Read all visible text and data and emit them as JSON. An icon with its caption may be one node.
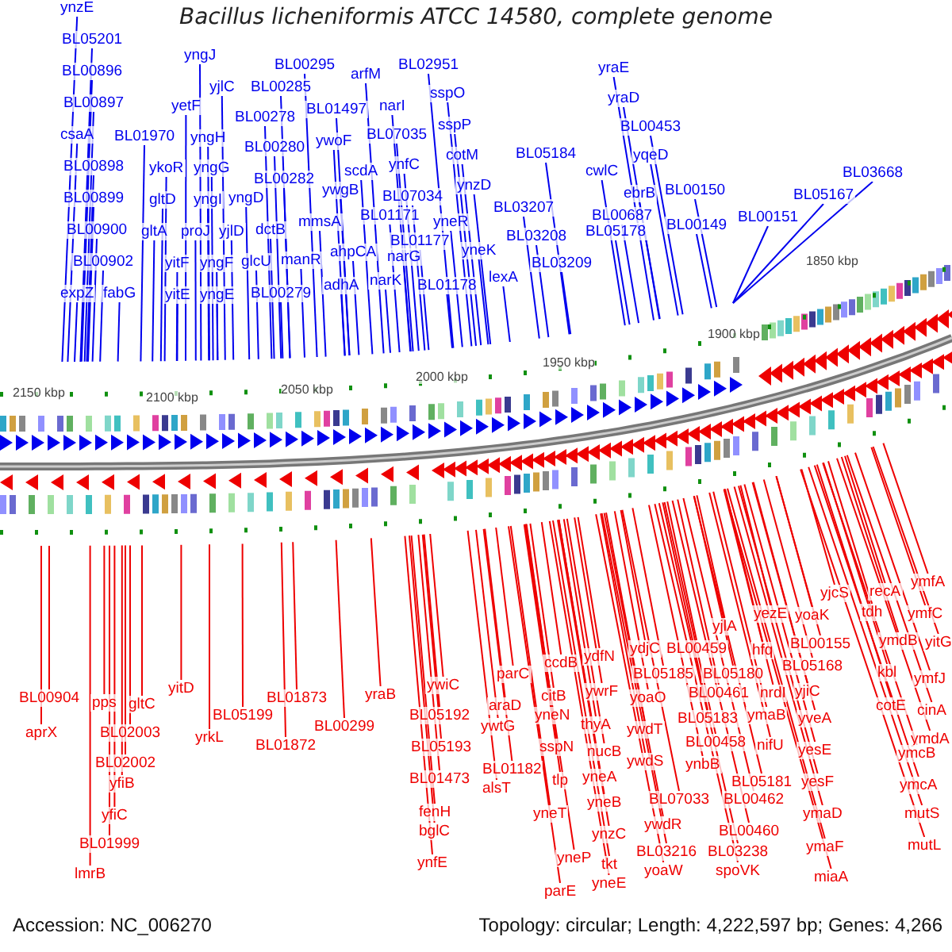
{
  "diagram": {
    "title": "Bacillus licheniformis ATCC 14580, complete genome",
    "nodes": [
      {
        "text": [
          "ynzE"
        ]
      },
      {
        "text": [
          "BL05201"
        ]
      },
      {
        "text": [
          "BL00896"
        ]
      },
      {
        "text": [
          "BL00897"
        ]
      },
      {
        "text": [
          "csaA"
        ]
      },
      {
        "text": [
          "BL00898"
        ]
      },
      {
        "text": [
          "BL00899"
        ]
      },
      {
        "text": [
          "BL00900"
        ]
      },
      {
        "text": [
          "BL00902"
        ]
      },
      {
        "text": [
          "expZ"
        ]
      },
      {
        "text": [
          "fabG"
        ]
      },
      {
        "text": [
          "BL01970"
        ]
      },
      {
        "text": [
          "ykoR"
        ]
      },
      {
        "text": [
          "gltD"
        ]
      },
      {
        "text": [
          "gltA"
        ]
      },
      {
        "text": [
          "yitF"
        ]
      },
      {
        "text": [
          "yitE"
        ]
      },
      {
        "text": [
          "yngJ"
        ]
      },
      {
        "text": [
          "yetF"
        ]
      },
      {
        "text": [
          "yngH"
        ]
      },
      {
        "text": [
          "yngG"
        ]
      },
      {
        "text": [
          "yngI"
        ]
      },
      {
        "text": [
          "proJ"
        ]
      },
      {
        "text": [
          "yngF"
        ]
      },
      {
        "text": [
          "yngE"
        ]
      },
      {
        "text": [
          "yjlC"
        ]
      },
      {
        "text": [
          "yngD"
        ]
      },
      {
        "text": [
          "yjlD"
        ]
      },
      {
        "text": [
          "BL00285"
        ]
      },
      {
        "text": [
          "BL00278"
        ]
      },
      {
        "text": [
          "BL00280"
        ]
      },
      {
        "text": [
          "BL00282"
        ]
      },
      {
        "text": [
          "dctB"
        ]
      },
      {
        "text": [
          "glcU"
        ]
      },
      {
        "text": [
          "BL00279"
        ]
      },
      {
        "text": [
          "manR"
        ]
      },
      {
        "text": [
          "mmsA"
        ]
      },
      {
        "text": [
          "BL00295"
        ]
      },
      {
        "text": [
          "BL01497"
        ]
      },
      {
        "text": [
          "ywoF"
        ]
      },
      {
        "text": [
          "ywgB"
        ]
      },
      {
        "text": [
          "scdA"
        ]
      },
      {
        "text": [
          "arfM"
        ]
      },
      {
        "text": [
          "narI"
        ]
      },
      {
        "text": [
          "BL07035"
        ]
      },
      {
        "text": [
          "ynfC"
        ]
      },
      {
        "text": [
          "ahpCA"
        ]
      },
      {
        "text": [
          "BL01171"
        ]
      },
      {
        "text": [
          "BL07034"
        ]
      },
      {
        "text": [
          "adhA"
        ]
      },
      {
        "text": [
          "narK"
        ]
      },
      {
        "text": [
          "narG"
        ]
      },
      {
        "text": [
          "BL01177"
        ]
      },
      {
        "text": [
          "BL01178"
        ]
      },
      {
        "text": [
          "BL02951"
        ]
      },
      {
        "text": [
          "sspO"
        ]
      },
      {
        "text": [
          "sspP"
        ]
      },
      {
        "text": [
          "cotM"
        ]
      },
      {
        "text": [
          "ynzD"
        ]
      },
      {
        "text": [
          "yneR"
        ]
      },
      {
        "text": [
          "yneK"
        ]
      },
      {
        "text": [
          "lexA"
        ]
      },
      {
        "text": [
          "BL05184"
        ]
      },
      {
        "text": [
          "BL03207"
        ]
      },
      {
        "text": [
          "BL03208"
        ]
      },
      {
        "text": [
          "BL03209"
        ]
      },
      {
        "text": [
          "yraE"
        ]
      },
      {
        "text": [
          "yraD"
        ]
      },
      {
        "text": [
          "BL00453"
        ]
      },
      {
        "text": [
          "yqeD"
        ]
      },
      {
        "text": [
          "cwlC"
        ]
      },
      {
        "text": [
          "ebrB"
        ]
      },
      {
        "text": [
          "BL00150"
        ]
      },
      {
        "text": [
          "BL00687"
        ]
      },
      {
        "text": [
          "BL05178"
        ]
      },
      {
        "text": [
          "BL00149"
        ]
      },
      {
        "text": [
          "BL00151"
        ]
      },
      {
        "text": [
          "BL05167"
        ]
      },
      {
        "text": [
          "BL03668"
        ]
      },
      {
        "text": [
          "BL00904"
        ]
      },
      {
        "text": [
          "aprX"
        ]
      },
      {
        "text": [
          "pps"
        ]
      },
      {
        "text": [
          "gltC"
        ]
      },
      {
        "text": [
          "BL02003"
        ]
      },
      {
        "text": [
          "BL02002"
        ]
      },
      {
        "text": [
          "yfiB"
        ]
      },
      {
        "text": [
          "yfiC"
        ]
      },
      {
        "text": [
          "BL01999"
        ]
      },
      {
        "text": [
          "lmrB"
        ]
      },
      {
        "text": [
          "yitD"
        ]
      },
      {
        "text": [
          "yrkL"
        ]
      },
      {
        "text": [
          "BL05199"
        ]
      },
      {
        "text": [
          "BL01873"
        ]
      },
      {
        "text": [
          "BL01872"
        ]
      },
      {
        "text": [
          "BL00299"
        ]
      },
      {
        "text": [
          "yraB"
        ]
      },
      {
        "text": [
          "ywiC"
        ]
      },
      {
        "text": [
          "BL05192"
        ]
      },
      {
        "text": [
          "BL05193"
        ]
      },
      {
        "text": [
          "BL01473"
        ]
      },
      {
        "text": [
          "fenH"
        ]
      },
      {
        "text": [
          "bglC"
        ]
      },
      {
        "text": [
          "ynfE"
        ]
      },
      {
        "text": [
          "parC"
        ]
      },
      {
        "text": [
          "araD"
        ]
      },
      {
        "text": [
          "ywtG"
        ]
      },
      {
        "text": [
          "BL01182"
        ]
      },
      {
        "text": [
          "alsT"
        ]
      },
      {
        "text": [
          "ccdB"
        ]
      },
      {
        "text": [
          "citB"
        ]
      },
      {
        "text": [
          "yneN"
        ]
      },
      {
        "text": [
          "sspN"
        ]
      },
      {
        "text": [
          "tlp"
        ]
      },
      {
        "text": [
          "yneT"
        ]
      },
      {
        "text": [
          "yneP"
        ]
      },
      {
        "text": [
          "parE"
        ]
      },
      {
        "text": [
          "ydfN"
        ]
      },
      {
        "text": [
          "ywrF"
        ]
      },
      {
        "text": [
          "thyA"
        ]
      },
      {
        "text": [
          "nucB"
        ]
      },
      {
        "text": [
          "yneA"
        ]
      },
      {
        "text": [
          "yneB"
        ]
      },
      {
        "text": [
          "ynzC"
        ]
      },
      {
        "text": [
          "tkt"
        ]
      },
      {
        "text": [
          "yneE"
        ]
      },
      {
        "text": [
          "ydjC"
        ]
      },
      {
        "text": [
          "BL00459"
        ]
      },
      {
        "text": [
          "yjlA"
        ]
      },
      {
        "text": [
          "BL05185"
        ]
      },
      {
        "text": [
          "BL05180"
        ]
      },
      {
        "text": [
          "yoaO"
        ]
      },
      {
        "text": [
          "BL00461"
        ]
      },
      {
        "text": [
          "BL05183"
        ]
      },
      {
        "text": [
          "ymaB"
        ]
      },
      {
        "text": [
          "nrdI"
        ]
      },
      {
        "text": [
          "hfq"
        ]
      },
      {
        "text": [
          "yezE"
        ]
      },
      {
        "text": [
          "yoaK"
        ]
      },
      {
        "text": [
          "BL00155"
        ]
      },
      {
        "text": [
          "BL05168"
        ]
      },
      {
        "text": [
          "yjiC"
        ]
      },
      {
        "text": [
          "yveA"
        ]
      },
      {
        "text": [
          "yesE"
        ]
      },
      {
        "text": [
          "yesF"
        ]
      },
      {
        "text": [
          "ymaD"
        ]
      },
      {
        "text": [
          "ymaF"
        ]
      },
      {
        "text": [
          "miaA"
        ]
      },
      {
        "text": [
          "ywdT"
        ]
      },
      {
        "text": [
          "ywdS"
        ]
      },
      {
        "text": [
          "ynbB"
        ]
      },
      {
        "text": [
          "BL00458"
        ]
      },
      {
        "text": [
          "nifU"
        ]
      },
      {
        "text": [
          "BL05181"
        ]
      },
      {
        "text": [
          "BL07033"
        ]
      },
      {
        "text": [
          "BL00462"
        ]
      },
      {
        "text": [
          "ywdR"
        ]
      },
      {
        "text": [
          "BL00460"
        ]
      },
      {
        "text": [
          "BL03216"
        ]
      },
      {
        "text": [
          "BL03238"
        ]
      },
      {
        "text": [
          "yoaW"
        ]
      },
      {
        "text": [
          "spoVK"
        ]
      },
      {
        "text": [
          "yjcS"
        ]
      },
      {
        "text": [
          "recA"
        ]
      },
      {
        "text": [
          "ymfA"
        ]
      },
      {
        "text": [
          "tdh"
        ]
      },
      {
        "text": [
          "ymfC"
        ]
      },
      {
        "text": [
          "ymdB"
        ]
      },
      {
        "text": [
          "yitG"
        ]
      },
      {
        "text": [
          "kbl"
        ]
      },
      {
        "text": [
          "ymfJ"
        ]
      },
      {
        "text": [
          "cotE"
        ]
      },
      {
        "text": [
          "cinA"
        ]
      },
      {
        "text": [
          "ymdA"
        ]
      },
      {
        "text": [
          "ymcB"
        ]
      },
      {
        "text": [
          "ymcA"
        ]
      },
      {
        "text": [
          "mutS"
        ]
      },
      {
        "text": [
          "mutL"
        ]
      }
    ],
    "edges": [
      {
        "from": 0,
        "to": null,
        "arrow": "none",
        "color": "#0000ee"
      },
      {
        "from": 1,
        "to": null,
        "arrow": "none",
        "color": "#0000ee"
      },
      {
        "from": 2,
        "to": null,
        "arrow": "none",
        "color": "#0000ee"
      },
      {
        "from": 3,
        "to": null,
        "arrow": "none",
        "color": "#0000ee"
      },
      {
        "from": 4,
        "to": null,
        "arrow": "none",
        "color": "#0000ee"
      },
      {
        "from": 5,
        "to": null,
        "arrow": "none",
        "color": "#0000ee"
      },
      {
        "from": 6,
        "to": null,
        "arrow": "none",
        "color": "#0000ee"
      },
      {
        "from": 7,
        "to": null,
        "arrow": "none",
        "color": "#0000ee"
      },
      {
        "from": 8,
        "to": null,
        "arrow": "none",
        "color": "#0000ee"
      },
      {
        "from": 9,
        "to": null,
        "arrow": "none",
        "color": "#0000ee"
      },
      {
        "from": 10,
        "to": null,
        "arrow": "none",
        "color": "#0000ee"
      },
      {
        "from": 11,
        "to": null,
        "arrow": "none",
        "color": "#0000ee"
      },
      {
        "from": 12,
        "to": null,
        "arrow": "none",
        "color": "#0000ee"
      },
      {
        "from": 13,
        "to": null,
        "arrow": "none",
        "color": "#0000ee"
      },
      {
        "from": 14,
        "to": null,
        "arrow": "none",
        "color": "#0000ee"
      },
      {
        "from": 15,
        "to": null,
        "arrow": "none",
        "color": "#0000ee"
      },
      {
        "from": 16,
        "to": null,
        "arrow": "none",
        "color": "#0000ee"
      },
      {
        "from": 17,
        "to": null,
        "arrow": "none",
        "color": "#0000ee"
      },
      {
        "from": 18,
        "to": null,
        "arrow": "none",
        "color": "#0000ee"
      },
      {
        "from": 19,
        "to": null,
        "arrow": "none",
        "color": "#0000ee"
      },
      {
        "from": 20,
        "to": null,
        "arrow": "none",
        "color": "#0000ee"
      },
      {
        "from": 21,
        "to": null,
        "arrow": "none",
        "color": "#0000ee"
      },
      {
        "from": 22,
        "to": null,
        "arrow": "none",
        "color": "#0000ee"
      },
      {
        "from": 23,
        "to": null,
        "arrow": "none",
        "color": "#0000ee"
      },
      {
        "from": 24,
        "to": null,
        "arrow": "none",
        "color": "#0000ee"
      },
      {
        "from": 25,
        "to": null,
        "arrow": "none",
        "color": "#0000ee"
      },
      {
        "from": 26,
        "to": null,
        "arrow": "none",
        "color": "#0000ee"
      },
      {
        "from": 27,
        "to": null,
        "arrow": "none",
        "color": "#0000ee"
      },
      {
        "from": 28,
        "to": null,
        "arrow": "none",
        "color": "#0000ee"
      },
      {
        "from": 29,
        "to": null,
        "arrow": "none",
        "color": "#0000ee"
      },
      {
        "from": 30,
        "to": null,
        "arrow": "none",
        "color": "#0000ee"
      },
      {
        "from": 31,
        "to": null,
        "arrow": "none",
        "color": "#0000ee"
      },
      {
        "from": 32,
        "to": null,
        "arrow": "none",
        "color": "#0000ee"
      },
      {
        "from": 33,
        "to": null,
        "arrow": "none",
        "color": "#0000ee"
      },
      {
        "from": 34,
        "to": null,
        "arrow": "none",
        "color": "#0000ee"
      },
      {
        "from": 35,
        "to": null,
        "arrow": "none",
        "color": "#0000ee"
      },
      {
        "from": 36,
        "to": null,
        "arrow": "none",
        "color": "#0000ee"
      },
      {
        "from": 37,
        "to": null,
        "arrow": "none",
        "color": "#0000ee"
      },
      {
        "from": 38,
        "to": null,
        "arrow": "none",
        "color": "#0000ee"
      },
      {
        "from": 39,
        "to": null,
        "arrow": "none",
        "color": "#0000ee"
      },
      {
        "from": 40,
        "to": null,
        "arrow": "none",
        "color": "#0000ee"
      },
      {
        "from": 41,
        "to": null,
        "arrow": "none",
        "color": "#0000ee"
      },
      {
        "from": 42,
        "to": null,
        "arrow": "none",
        "color": "#0000ee"
      },
      {
        "from": 43,
        "to": null,
        "arrow": "none",
        "color": "#0000ee"
      },
      {
        "from": 44,
        "to": null,
        "arrow": "none",
        "color": "#0000ee"
      },
      {
        "from": 45,
        "to": null,
        "arrow": "none",
        "color": "#0000ee"
      },
      {
        "from": 46,
        "to": null,
        "arrow": "none",
        "color": "#0000ee"
      },
      {
        "from": 47,
        "to": null,
        "arrow": "none",
        "color": "#0000ee"
      },
      {
        "from": 48,
        "to": null,
        "arrow": "none",
        "color": "#0000ee"
      },
      {
        "from": 49,
        "to": null,
        "arrow": "none",
        "color": "#0000ee"
      },
      {
        "from": 50,
        "to": null,
        "arrow": "none",
        "color": "#0000ee"
      },
      {
        "from": 51,
        "to": null,
        "arrow": "none",
        "color": "#0000ee"
      },
      {
        "from": 52,
        "to": null,
        "arrow": "none",
        "color": "#0000ee"
      },
      {
        "from": 53,
        "to": null,
        "arrow": "none",
        "color": "#0000ee"
      },
      {
        "from": 54,
        "to": null,
        "arrow": "none",
        "color": "#0000ee"
      },
      {
        "from": 55,
        "to": null,
        "arrow": "none",
        "color": "#0000ee"
      },
      {
        "from": 56,
        "to": null,
        "arrow": "none",
        "color": "#0000ee"
      },
      {
        "from": 57,
        "to": null,
        "arrow": "none",
        "color": "#0000ee"
      },
      {
        "from": 58,
        "to": null,
        "arrow": "none",
        "color": "#0000ee"
      },
      {
        "from": 59,
        "to": null,
        "arrow": "none",
        "color": "#0000ee"
      },
      {
        "from": 60,
        "to": null,
        "arrow": "none",
        "color": "#0000ee"
      },
      {
        "from": 61,
        "to": null,
        "arrow": "none",
        "color": "#0000ee"
      },
      {
        "from": 62,
        "to": null,
        "arrow": "none",
        "color": "#0000ee"
      },
      {
        "from": 63,
        "to": null,
        "arrow": "none",
        "color": "#0000ee"
      },
      {
        "from": 64,
        "to": null,
        "arrow": "none",
        "color": "#0000ee"
      },
      {
        "from": 65,
        "to": null,
        "arrow": "none",
        "color": "#0000ee"
      },
      {
        "from": 66,
        "to": null,
        "arrow": "none",
        "color": "#0000ee"
      },
      {
        "from": 67,
        "to": null,
        "arrow": "none",
        "color": "#0000ee"
      },
      {
        "from": 68,
        "to": null,
        "arrow": "none",
        "color": "#0000ee"
      },
      {
        "from": 69,
        "to": null,
        "arrow": "none",
        "color": "#0000ee"
      },
      {
        "from": 70,
        "to": null,
        "arrow": "none",
        "color": "#0000ee"
      },
      {
        "from": 71,
        "to": null,
        "arrow": "none",
        "color": "#0000ee"
      },
      {
        "from": 72,
        "to": null,
        "arrow": "none",
        "color": "#0000ee"
      },
      {
        "from": 73,
        "to": null,
        "arrow": "none",
        "color": "#0000ee"
      },
      {
        "from": 74,
        "to": null,
        "arrow": "none",
        "color": "#0000ee"
      },
      {
        "from": 75,
        "to": null,
        "arrow": "none",
        "color": "#0000ee"
      },
      {
        "from": 76,
        "to": null,
        "arrow": "none",
        "color": "#0000ee"
      },
      {
        "from": 77,
        "to": null,
        "arrow": "none",
        "color": "#0000ee"
      },
      {
        "from": 78,
        "to": null,
        "arrow": "none",
        "color": "#0000ee"
      },
      {
        "from": 79,
        "to": null,
        "arrow": "none"
      },
      {
        "from": 80,
        "to": null,
        "arrow": "none"
      },
      {
        "from": 81,
        "to": null,
        "arrow": "none"
      },
      {
        "from": 82,
        "to": null,
        "arrow": "none"
      },
      {
        "from": 83,
        "to": null,
        "arrow": "none"
      },
      {
        "from": 84,
        "to": null,
        "arrow": "none"
      },
      {
        "from": 85,
        "to": null,
        "arrow": "none"
      },
      {
        "from": 86,
        "to": null,
        "arrow": "none"
      },
      {
        "from": 87,
        "to": null,
        "arrow": "none"
      },
      {
        "from": 88,
        "to": null,
        "arrow": "none"
      },
      {
        "from": 89,
        "to": null,
        "arrow": "none"
      },
      {
        "from": 90,
        "to": null,
        "arrow": "none"
      },
      {
        "from": 91,
        "to": null,
        "arrow": "none"
      },
      {
        "from": 92,
        "to": null,
        "arrow": "none"
      },
      {
        "from": 93,
        "to": null,
        "arrow": "none"
      },
      {
        "from": 94,
        "to": null,
        "arrow": "none"
      },
      {
        "from": 95,
        "to": null,
        "arrow": "none"
      },
      {
        "from": 96,
        "to": null,
        "arrow": "none"
      },
      {
        "from": 97,
        "to": null,
        "arrow": "none"
      },
      {
        "from": 98,
        "to": null,
        "arrow": "none"
      },
      {
        "from": 99,
        "to": null,
        "arrow": "none"
      },
      {
        "from": 100,
        "to": null,
        "arrow": "none"
      },
      {
        "from": 101,
        "to": null,
        "arrow": "none"
      },
      {
        "from": 102,
        "to": null,
        "arrow": "none"
      },
      {
        "from": 103,
        "to": null,
        "arrow": "none"
      },
      {
        "from": 104,
        "to": null,
        "arrow": "none"
      },
      {
        "from": 105,
        "to": null,
        "arrow": "none"
      },
      {
        "from": 106,
        "to": null,
        "arrow": "none"
      },
      {
        "from": 107,
        "to": null,
        "arrow": "none"
      },
      {
        "from": 108,
        "to": null,
        "arrow": "none"
      },
      {
        "from": 109,
        "to": null,
        "arrow": "none"
      },
      {
        "from": 110,
        "to": null,
        "arrow": "none"
      },
      {
        "from": 111,
        "to": null,
        "arrow": "none"
      },
      {
        "from": 112,
        "to": null,
        "arrow": "none"
      },
      {
        "from": 113,
        "to": null,
        "arrow": "none"
      },
      {
        "from": 114,
        "to": null,
        "arrow": "none"
      },
      {
        "from": 115,
        "to": null,
        "arrow": "none"
      },
      {
        "from": 116,
        "to": null,
        "arrow": "none"
      },
      {
        "from": 117,
        "to": null,
        "arrow": "none"
      },
      {
        "from": 118,
        "to": null,
        "arrow": "none"
      },
      {
        "from": 119,
        "to": null,
        "arrow": "none"
      },
      {
        "from": 120,
        "to": null,
        "arrow": "none"
      },
      {
        "from": 121,
        "to": null,
        "arrow": "none"
      },
      {
        "from": 122,
        "to": null,
        "arrow": "none"
      },
      {
        "from": 123,
        "to": null,
        "arrow": "none"
      },
      {
        "from": 124,
        "to": null,
        "arrow": "none"
      },
      {
        "from": 125,
        "to": null,
        "arrow": "none"
      },
      {
        "from": 126,
        "to": null,
        "arrow": "none"
      },
      {
        "from": 127,
        "to": null,
        "arrow": "none"
      },
      {
        "from": 128,
        "to": null,
        "arrow": "none"
      },
      {
        "from": 129,
        "to": null,
        "arrow": "none"
      },
      {
        "from": 130,
        "to": null,
        "arrow": "none"
      },
      {
        "from": 131,
        "to": null,
        "arrow": "none"
      },
      {
        "from": 132,
        "to": null,
        "arrow": "none"
      },
      {
        "from": 133,
        "to": null,
        "arrow": "none"
      },
      {
        "from": 134,
        "to": null,
        "arrow": "none"
      },
      {
        "from": 135,
        "to": null,
        "arrow": "none"
      },
      {
        "from": 136,
        "to": null,
        "arrow": "none"
      },
      {
        "from": 137,
        "to": null,
        "arrow": "none"
      },
      {
        "from": 138,
        "to": null,
        "arrow": "none"
      },
      {
        "from": 139,
        "to": null,
        "arrow": "none"
      },
      {
        "from": 140,
        "to": null,
        "arrow": "none"
      },
      {
        "from": 141,
        "to": null,
        "arrow": "none"
      },
      {
        "from": 142,
        "to": null,
        "arrow": "none"
      },
      {
        "from": 143,
        "to": null,
        "arrow": "none"
      },
      {
        "from": 144,
        "to": null,
        "arrow": "none"
      },
      {
        "from": 145,
        "to": null,
        "arrow": "none"
      },
      {
        "from": 146,
        "to": null,
        "arrow": "none"
      },
      {
        "from": 147,
        "to": null,
        "arrow": "none"
      },
      {
        "from": 148,
        "to": null,
        "arrow": "none"
      },
      {
        "from": 149,
        "to": null,
        "arrow": "none"
      },
      {
        "from": 150,
        "to": null,
        "arrow": "none"
      },
      {
        "from": 151,
        "to": null,
        "arrow": "none"
      },
      {
        "from": 152,
        "to": null,
        "arrow": "none"
      },
      {
        "from": 153,
        "to": null,
        "arrow": "none"
      },
      {
        "from": 154,
        "to": null,
        "arrow": "none"
      },
      {
        "from": 155,
        "to": null,
        "arrow": "none"
      },
      {
        "from": 156,
        "to": null,
        "arrow": "none"
      },
      {
        "from": 157,
        "to": null,
        "arrow": "none"
      },
      {
        "from": 158,
        "to": null,
        "arrow": "none"
      },
      {
        "from": 159,
        "to": null,
        "arrow": "none"
      },
      {
        "from": 160,
        "to": null,
        "arrow": "none"
      },
      {
        "from": 161,
        "to": null,
        "arrow": "none"
      },
      {
        "from": 162,
        "to": null,
        "arrow": "none"
      },
      {
        "from": 163,
        "to": null,
        "arrow": "none"
      },
      {
        "from": 164,
        "to": null,
        "arrow": "none"
      },
      {
        "from": 165,
        "to": null,
        "arrow": "none"
      },
      {
        "from": 166,
        "to": null,
        "arrow": "none"
      },
      {
        "from": 167,
        "to": null,
        "arrow": "none"
      },
      {
        "from": 168,
        "to": null,
        "arrow": "none"
      },
      {
        "from": 169,
        "to": null,
        "arrow": "none"
      },
      {
        "from": 170,
        "to": null,
        "arrow": "none"
      },
      {
        "from": 171,
        "to": null,
        "arrow": "none"
      },
      {
        "from": 172,
        "to": null,
        "arrow": "none"
      },
      {
        "from": 173,
        "to": null,
        "arrow": "none"
      },
      {
        "from": 174,
        "to": null,
        "arrow": "none"
      },
      {
        "from": 175,
        "to": null,
        "arrow": "none"
      },
      {
        "from": 176,
        "to": null,
        "arrow": "none"
      }
    ],
    "labels": [
      "2150 kbp",
      "2100 kbp",
      "2050 kbp",
      "2000 kbp",
      "1950 kbp",
      "1900 kbp",
      "1850 kbp",
      "Accession: NC_006270",
      "Topology: circular; Length: 4,222,597 bp; Genes: 4,266"
    ]
  }
}
